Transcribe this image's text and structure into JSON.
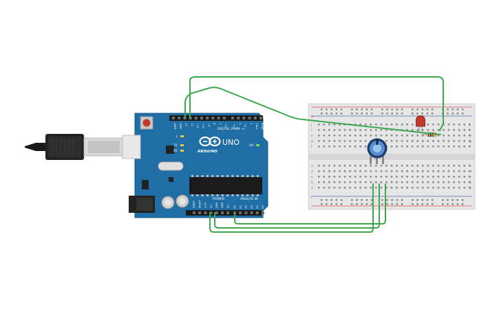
{
  "arduino": {
    "brand": "ARDUINO",
    "model": "UNO",
    "digital_label": "DIGITAL (PWM ~)",
    "power_label": "POWER",
    "analog_label": "ANALOG IN",
    "tx_label": "TX",
    "rx_label": "RX",
    "l_label": "L",
    "on_label": "ON",
    "digital_pins": [
      "AREF",
      "GND",
      "13",
      "12",
      "~11",
      "~10",
      "~9",
      "8",
      "7",
      "~6",
      "~5",
      "4",
      "~3",
      "2",
      "TX▸1",
      "RX◂0"
    ],
    "power_pins": [
      "IOREF",
      "RESET",
      "3.3V",
      "5V",
      "GND",
      "GND",
      "Vin"
    ],
    "analog_pins": [
      "A0",
      "A1",
      "A2",
      "A3",
      "A4",
      "A5"
    ]
  },
  "breadboard": {
    "row_labels_top": [
      "j",
      "i",
      "h",
      "g",
      "f"
    ],
    "row_labels_bottom": [
      "e",
      "d",
      "c",
      "b",
      "a"
    ],
    "rail_plus": "+",
    "rail_minus": "-"
  },
  "colors": {
    "board": "#1f6fa6",
    "wire": "#3aa84b",
    "breadboard": "#e6e6e6",
    "rail_red": "#d9534f",
    "led": "#c0392b",
    "pot": "#2e6fb0"
  }
}
